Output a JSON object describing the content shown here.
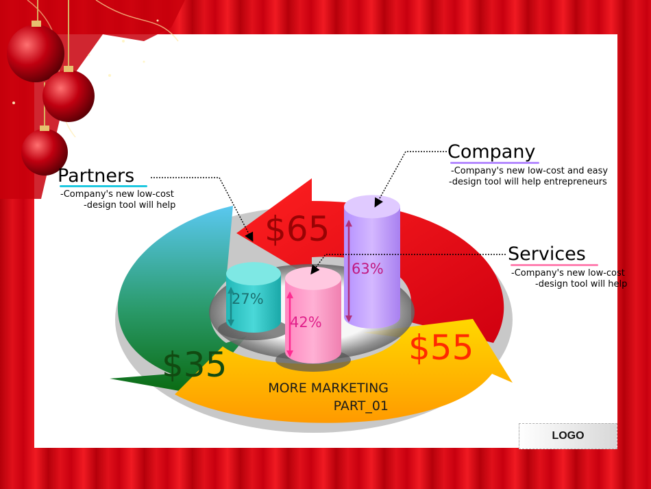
{
  "colors": {
    "partners": "#1ec8e0",
    "company": "#b48aff",
    "services": "#ff7fb0",
    "red": "#e00010",
    "orange": "#ffb400",
    "green": "#1a8a2a"
  },
  "values": {
    "left": "$35",
    "top": "$65",
    "right": "$55"
  },
  "bars": [
    {
      "label": "27%",
      "value": 27
    },
    {
      "label": "42%",
      "value": 42
    },
    {
      "label": "63%",
      "value": 63
    }
  ],
  "callouts": {
    "partners": {
      "title": "Partners",
      "line1": "-Company's new low-cost",
      "line2": "-design tool will help"
    },
    "company": {
      "title": "Company",
      "line1": "-Company's new low-cost and easy",
      "line2": "-design tool will help entrepreneurs"
    },
    "services": {
      "title": "Services",
      "line1": "-Company's new low-cost",
      "line2": "-design tool will help"
    }
  },
  "center": {
    "line1": "MORE MARKETING",
    "line2": "PART_01"
  },
  "logo": "LOGO"
}
